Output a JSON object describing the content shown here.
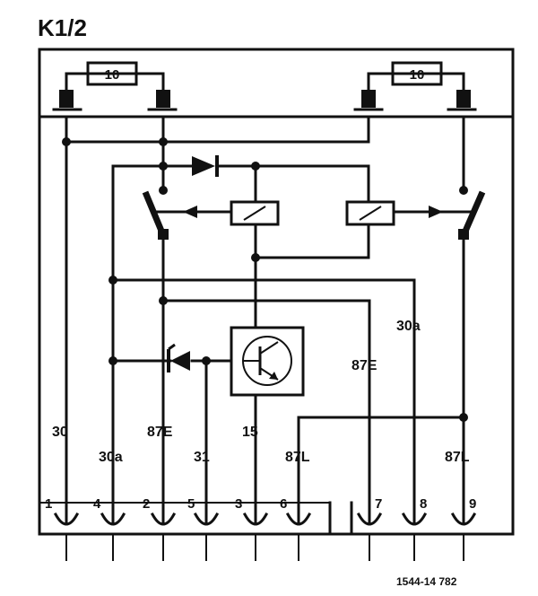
{
  "title": "K1/2",
  "fuses": [
    "10",
    "10"
  ],
  "wire_labels": {
    "t30": "30",
    "t30a_bottom": "30a",
    "t87e_left": "87E",
    "t31": "31",
    "t15": "15",
    "t87l_mid": "87L",
    "t87e_mid": "87E",
    "t30a_mid": "30a",
    "t87l_right": "87L"
  },
  "pins": [
    "1",
    "4",
    "2",
    "5",
    "3",
    "6",
    "7",
    "8",
    "9"
  ],
  "reference": "1544-14 782"
}
